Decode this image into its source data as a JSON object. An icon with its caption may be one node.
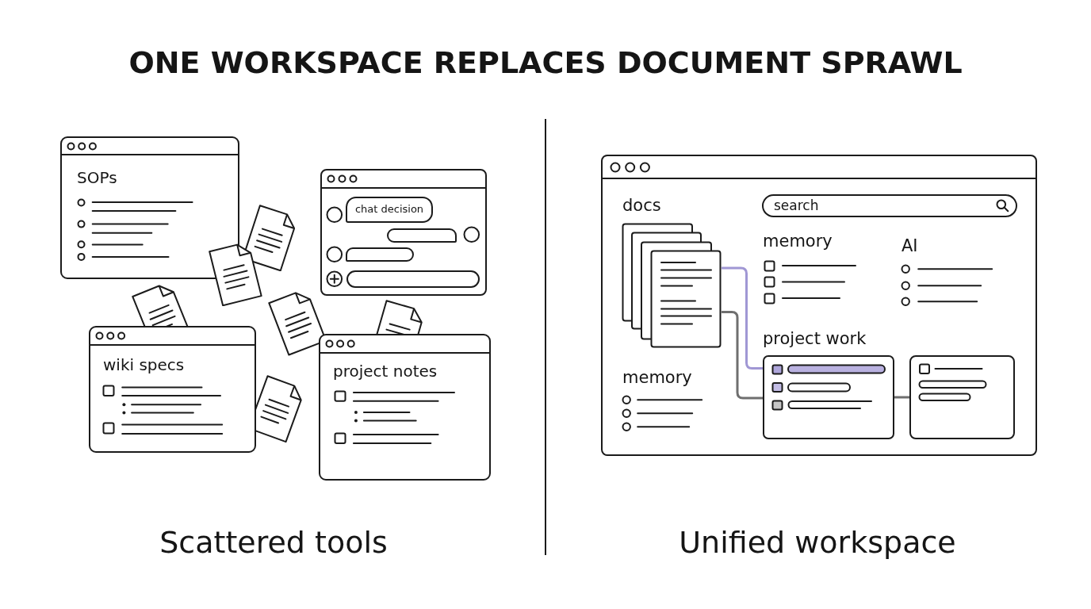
{
  "diagram": {
    "title": "ONE WORKSPACE REPLACES DOCUMENT SPRAWL",
    "nodes": [
      {
        "text": [
          "SOPs"
        ]
      },
      {
        "text": [],
        "shape": "box"
      },
      {
        "text": [
          "chat decision"
        ],
        "in": 1
      },
      {
        "text": [],
        "shape": "bubble",
        "in": 1
      },
      {
        "text": [],
        "shape": "bubble",
        "in": 1
      },
      {
        "text": [
          "wiki specs"
        ]
      },
      {
        "text": [
          "project notes"
        ]
      },
      {
        "text": [],
        "shape": "box"
      },
      {
        "text": [
          "docs"
        ],
        "in": 7
      },
      {
        "text": [
          "search"
        ],
        "in": 7
      },
      {
        "text": [
          "project work"
        ],
        "in": 7
      },
      {
        "text": [],
        "shape": "box",
        "in": 7
      }
    ],
    "edges": [
      {
        "from": 8,
        "to": 10,
        "arrow": "none",
        "color": "#a097d4"
      },
      {
        "from": 8,
        "to": 10,
        "arrow": "none"
      },
      {
        "from": 10,
        "to": 11,
        "arrow": "none"
      }
    ],
    "labels": [
      "memory",
      "AI",
      "memory",
      "Scattered tools",
      "Unified workspace"
    ]
  }
}
